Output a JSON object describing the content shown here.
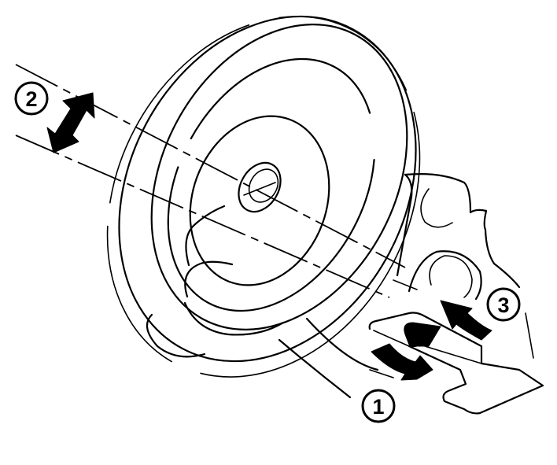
{
  "diagram": {
    "subject": "steering wheel tilt adjustment",
    "callouts": [
      {
        "id": "1",
        "label": "1",
        "meaning": "lever pulled down/out"
      },
      {
        "id": "2",
        "label": "2",
        "meaning": "tilt range up/down"
      },
      {
        "id": "3",
        "label": "3",
        "meaning": "lever pushed back to lock"
      }
    ],
    "colors": {
      "line": "#000000",
      "background": "#ffffff"
    }
  }
}
